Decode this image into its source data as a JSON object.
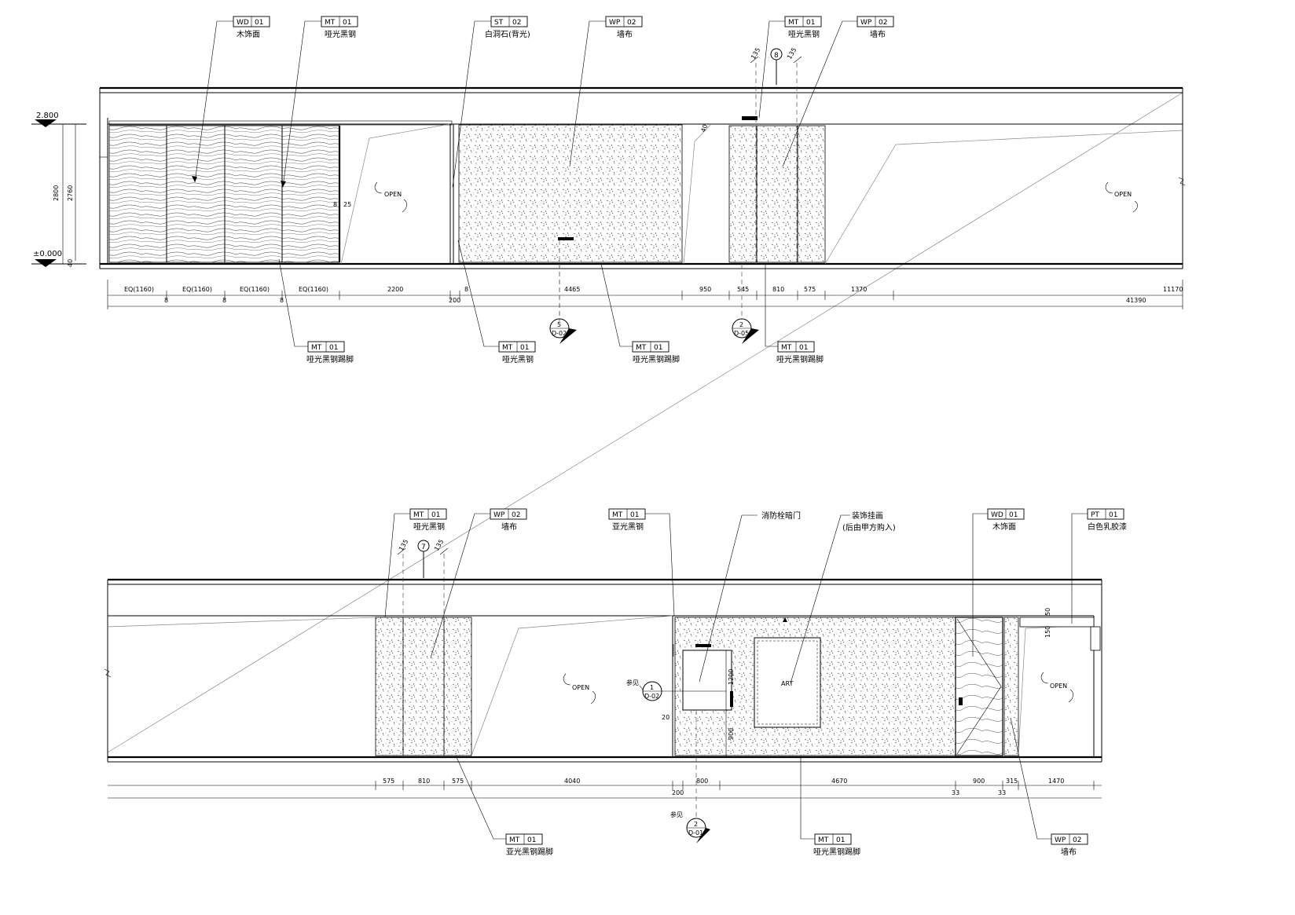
{
  "elevation_a": {
    "levels": {
      "top": "2.800",
      "bottom": "±0.000"
    },
    "heights": {
      "total": "2800",
      "clear": "2760",
      "base": "40"
    },
    "open_label_1": "OPEN",
    "open_label_2": "OPEN",
    "small_dims": {
      "a": "8",
      "b": "25",
      "c": "40"
    },
    "callouts_top": [
      {
        "code": "WD",
        "num": "01",
        "desc": "木饰面"
      },
      {
        "code": "MT",
        "num": "01",
        "desc": "哑光黑钢"
      },
      {
        "code": "ST",
        "num": "02",
        "desc": "白洞石(背光)"
      },
      {
        "code": "WP",
        "num": "02",
        "desc": "墙布"
      },
      {
        "code": "MT",
        "num": "01",
        "desc": "哑光黑钢"
      },
      {
        "code": "WP",
        "num": "02",
        "desc": "墙布"
      }
    ],
    "callouts_bottom": [
      {
        "code": "MT",
        "num": "01",
        "desc": "哑光黑钢踢脚"
      },
      {
        "code": "MT",
        "num": "01",
        "desc": "哑光黑钢"
      },
      {
        "code": "MT",
        "num": "01",
        "desc": "哑光黑钢踢脚"
      },
      {
        "code": "MT",
        "num": "01",
        "desc": "哑光黑钢踢脚"
      }
    ],
    "section_marks": [
      {
        "num": "5",
        "ref": "D-02"
      },
      {
        "num": "2",
        "ref": "D-05"
      }
    ],
    "circle_tag": "8",
    "spot_dims": [
      "135",
      "135"
    ],
    "dims_row1": [
      "EQ(1160)",
      "EQ(1160)",
      "EQ(1160)",
      "EQ(1160)",
      "2200",
      "8",
      "4465",
      "950",
      "545",
      "810",
      "575",
      "1370",
      "11170"
    ],
    "dims_row2": [
      "8",
      "8",
      "8",
      "200"
    ],
    "dims_total": "41390"
  },
  "elevation_b": {
    "open_label_1": "OPEN",
    "open_label_2": "OPEN",
    "callouts_top": [
      {
        "code": "MT",
        "num": "01",
        "desc": "哑光黑钢"
      },
      {
        "code": "WP",
        "num": "02",
        "desc": "墙布"
      },
      {
        "code": "MT",
        "num": "01",
        "desc": "亚光黑钢"
      },
      {
        "code": "",
        "num": "",
        "desc": "消防栓暗门"
      },
      {
        "code": "",
        "num": "",
        "desc": "装饰挂画",
        "desc2": "(后由甲方购入)"
      },
      {
        "code": "WD",
        "num": "01",
        "desc": "木饰面"
      },
      {
        "code": "PT",
        "num": "01",
        "desc": "白色乳胶漆"
      }
    ],
    "callouts_bottom": [
      {
        "code": "MT",
        "num": "01",
        "desc": "亚光黑钢踢脚"
      },
      {
        "code": "MT",
        "num": "01",
        "desc": "哑光黑钢踢脚"
      },
      {
        "code": "WP",
        "num": "02",
        "desc": "墙布"
      }
    ],
    "circle_tag": "7",
    "spot_dims": [
      "135",
      "135"
    ],
    "art_label": "ART",
    "ref_prefix": "参见",
    "section_marks": [
      {
        "num": "1",
        "ref": "D-02"
      },
      {
        "num": "2",
        "ref": "D-01"
      }
    ],
    "vert_dims": [
      "1200",
      "900",
      "20",
      "150",
      "50"
    ],
    "dims_row1": [
      "575",
      "810",
      "575",
      "4040",
      "800",
      "4670",
      "900",
      "315",
      "1470"
    ],
    "dims_row2": [
      "200",
      "33",
      "33"
    ]
  }
}
